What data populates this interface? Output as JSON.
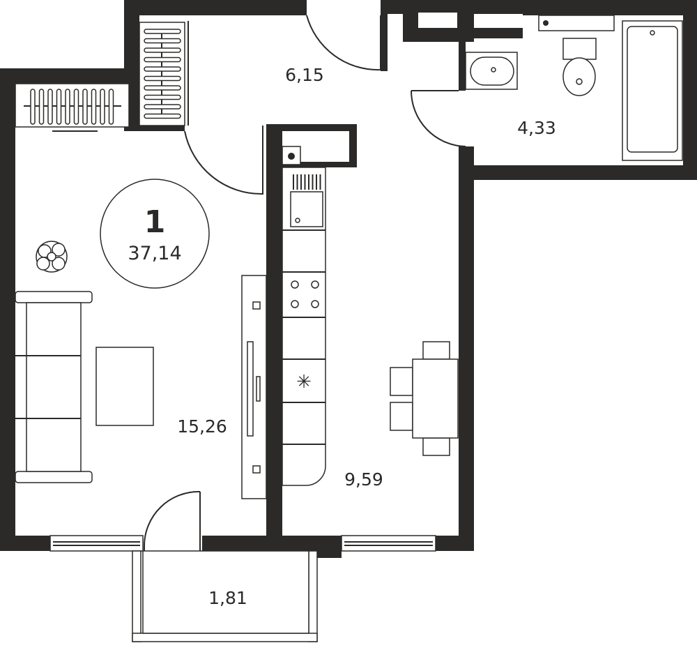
{
  "plan": {
    "rooms_count": "1",
    "total_area": "37,14",
    "rooms": {
      "hall": "6,15",
      "bathroom": "4,33",
      "living": "15,26",
      "kitchen": "9,59",
      "balcony": "1,81"
    },
    "wall_color": "#2b2a29"
  }
}
